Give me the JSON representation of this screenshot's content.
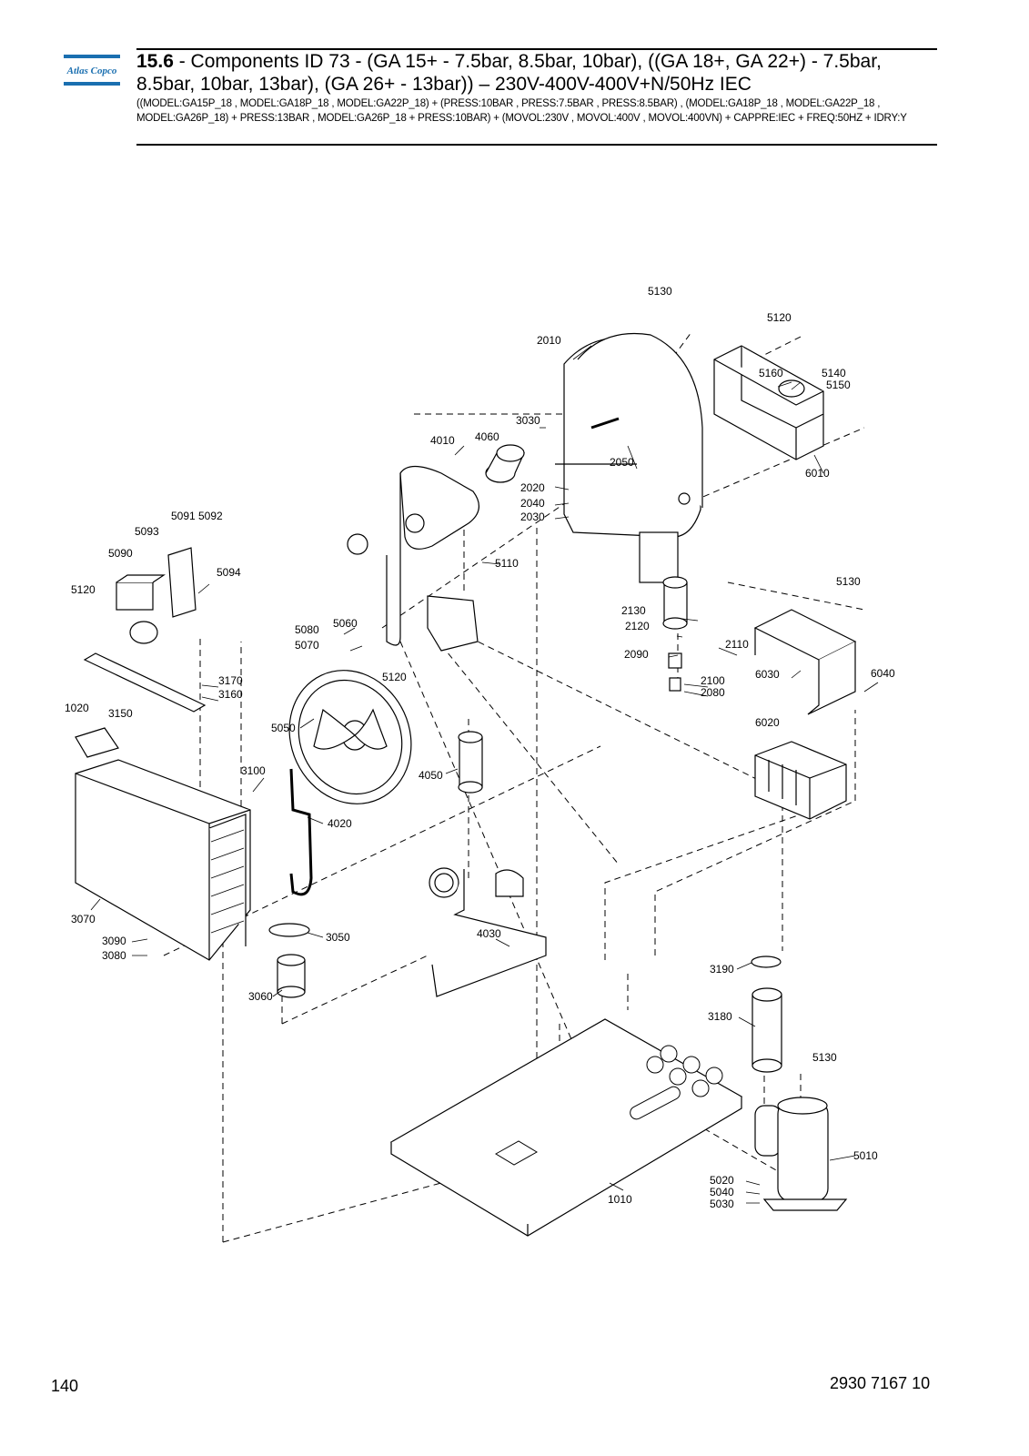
{
  "header": {
    "section_number": "15.6",
    "title_text": " - Components ID 73 - (GA 15+ - 7.5bar, 8.5bar, 10bar), ((GA 18+, GA 22+) - 7.5bar, 8.5bar, 10bar, 13bar), (GA 26+ - 13bar)) – 230V-400V-400V+N/50Hz IEC",
    "subtitle": "((MODEL:GA15P_18 , MODEL:GA18P_18 , MODEL:GA22P_18) + (PRESS:10BAR , PRESS:7.5BAR , PRESS:8.5BAR) , (MODEL:GA18P_18 , MODEL:GA22P_18 , MODEL:GA26P_18) + PRESS:13BAR , MODEL:GA26P_18 + PRESS:10BAR) + (MOVOL:230V , MOVOL:400V , MOVOL:400VN) + CAPPRE:IEC + FREQ:50HZ + IDRY:Y"
  },
  "logo": {
    "text": "Atlas Copco",
    "color": "#1a6fb0"
  },
  "callouts": {
    "c5130a": "5130",
    "c5120a": "5120",
    "c2010": "2010",
    "c5160": "5160",
    "c5140": "5140",
    "c5150": "5150",
    "c3030": "3030",
    "c4060": "4060",
    "c4010": "4010",
    "c2050": "2050",
    "c6010": "6010",
    "c2020": "2020",
    "c2040": "2040",
    "c2030": "2030",
    "c5091": "5091",
    "c5092": "5092",
    "c5093": "5093",
    "c5090": "5090",
    "c5094": "5094",
    "c5120b": "5120",
    "c5110": "5110",
    "c5080": "5080",
    "c5060": "5060",
    "c5070": "5070",
    "c5130b": "5130",
    "c2130": "2130",
    "c2120": "2120",
    "c2110": "2110",
    "c2090": "2090",
    "c2100": "2100",
    "c2080": "2080",
    "c6030": "6030",
    "c6040": "6040",
    "c6020": "6020",
    "c3170": "3170",
    "c3160": "3160",
    "c1020": "1020",
    "c3150": "3150",
    "c5120c": "5120",
    "c5050": "5050",
    "c3100": "3100",
    "c4050": "4050",
    "c4020": "4020",
    "c3070": "3070",
    "c3090": "3090",
    "c3080": "3080",
    "c3050": "3050",
    "c3060": "3060",
    "c4030": "4030",
    "c3190": "3190",
    "c3180": "3180",
    "c5130c": "5130",
    "c5010": "5010",
    "c5020": "5020",
    "c5040": "5040",
    "c5030": "5030",
    "c1010": "1010"
  },
  "footer": {
    "page_number": "140",
    "document_number": "2930 7167 10"
  }
}
